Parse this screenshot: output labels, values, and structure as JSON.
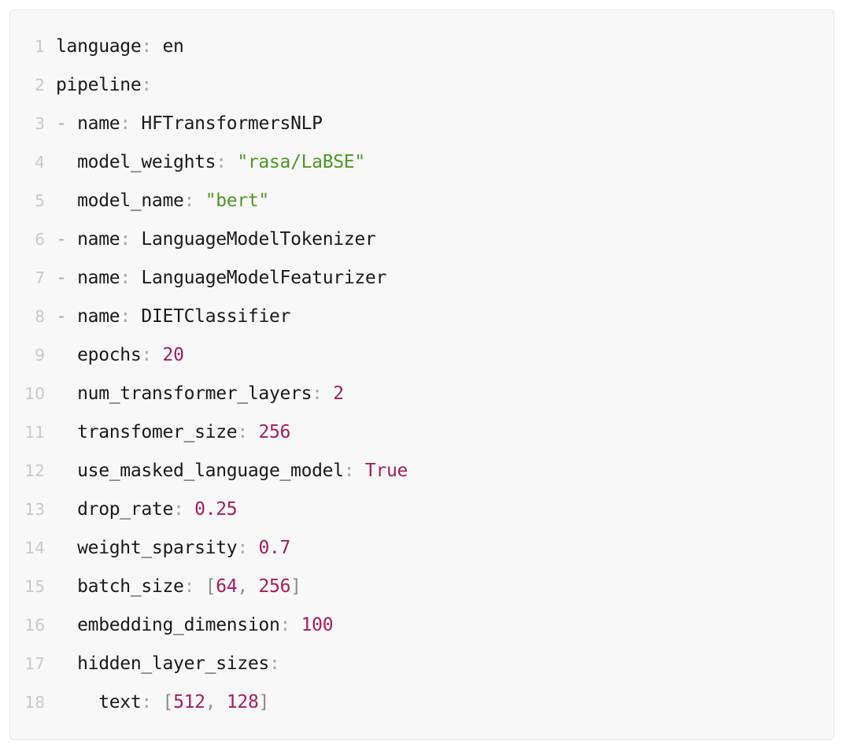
{
  "editor": {
    "language_mode": "yaml",
    "background_color": "#f8f8f8",
    "border_color": "#e6e6e6",
    "line_number_color": "#c8c8c8",
    "token_colors": {
      "key": "#1a1a1a",
      "punctuation": "#a8a8a8",
      "string": "#4d9921",
      "number": "#a61c5d",
      "boolean": "#a61c5d",
      "bracket": "#8c8c8c"
    },
    "total_lines": 18,
    "lines": [
      {
        "number": "1",
        "tokens": [
          {
            "text": "language",
            "type": "key"
          },
          {
            "text": ":",
            "type": "punct"
          },
          {
            "text": " en",
            "type": "plain"
          }
        ]
      },
      {
        "number": "2",
        "tokens": [
          {
            "text": "pipeline",
            "type": "key"
          },
          {
            "text": ":",
            "type": "punct"
          }
        ]
      },
      {
        "number": "3",
        "tokens": [
          {
            "text": "- ",
            "type": "dash"
          },
          {
            "text": "name",
            "type": "key"
          },
          {
            "text": ":",
            "type": "punct"
          },
          {
            "text": " HFTransformersNLP",
            "type": "plain"
          }
        ]
      },
      {
        "number": "4",
        "tokens": [
          {
            "text": "  model_weights",
            "type": "key"
          },
          {
            "text": ":",
            "type": "punct"
          },
          {
            "text": " \"rasa/LaBSE\"",
            "type": "string"
          }
        ]
      },
      {
        "number": "5",
        "tokens": [
          {
            "text": "  model_name",
            "type": "key"
          },
          {
            "text": ":",
            "type": "punct"
          },
          {
            "text": " \"bert\"",
            "type": "string"
          }
        ]
      },
      {
        "number": "6",
        "tokens": [
          {
            "text": "- ",
            "type": "dash"
          },
          {
            "text": "name",
            "type": "key"
          },
          {
            "text": ":",
            "type": "punct"
          },
          {
            "text": " LanguageModelTokenizer",
            "type": "plain"
          }
        ]
      },
      {
        "number": "7",
        "tokens": [
          {
            "text": "- ",
            "type": "dash"
          },
          {
            "text": "name",
            "type": "key"
          },
          {
            "text": ":",
            "type": "punct"
          },
          {
            "text": " LanguageModelFeaturizer",
            "type": "plain"
          }
        ]
      },
      {
        "number": "8",
        "tokens": [
          {
            "text": "- ",
            "type": "dash"
          },
          {
            "text": "name",
            "type": "key"
          },
          {
            "text": ":",
            "type": "punct"
          },
          {
            "text": " DIETClassifier",
            "type": "plain"
          }
        ]
      },
      {
        "number": "9",
        "tokens": [
          {
            "text": "  epochs",
            "type": "key"
          },
          {
            "text": ":",
            "type": "punct"
          },
          {
            "text": " ",
            "type": "plain"
          },
          {
            "text": "20",
            "type": "number"
          }
        ]
      },
      {
        "number": "10",
        "tokens": [
          {
            "text": "  num_transformer_layers",
            "type": "key"
          },
          {
            "text": ":",
            "type": "punct"
          },
          {
            "text": " ",
            "type": "plain"
          },
          {
            "text": "2",
            "type": "number"
          }
        ]
      },
      {
        "number": "11",
        "tokens": [
          {
            "text": "  transfomer_size",
            "type": "key"
          },
          {
            "text": ":",
            "type": "punct"
          },
          {
            "text": " ",
            "type": "plain"
          },
          {
            "text": "256",
            "type": "number"
          }
        ]
      },
      {
        "number": "12",
        "tokens": [
          {
            "text": "  use_masked_language_model",
            "type": "key"
          },
          {
            "text": ":",
            "type": "punct"
          },
          {
            "text": " ",
            "type": "plain"
          },
          {
            "text": "True",
            "type": "bool"
          }
        ]
      },
      {
        "number": "13",
        "tokens": [
          {
            "text": "  drop_rate",
            "type": "key"
          },
          {
            "text": ":",
            "type": "punct"
          },
          {
            "text": " ",
            "type": "plain"
          },
          {
            "text": "0.25",
            "type": "number"
          }
        ]
      },
      {
        "number": "14",
        "tokens": [
          {
            "text": "  weight_sparsity",
            "type": "key"
          },
          {
            "text": ":",
            "type": "punct"
          },
          {
            "text": " ",
            "type": "plain"
          },
          {
            "text": "0.7",
            "type": "number"
          }
        ]
      },
      {
        "number": "15",
        "tokens": [
          {
            "text": "  batch_size",
            "type": "key"
          },
          {
            "text": ":",
            "type": "punct"
          },
          {
            "text": " ",
            "type": "plain"
          },
          {
            "text": "[",
            "type": "bracket"
          },
          {
            "text": "64",
            "type": "number"
          },
          {
            "text": ", ",
            "type": "bracket"
          },
          {
            "text": "256",
            "type": "number"
          },
          {
            "text": "]",
            "type": "bracket"
          }
        ]
      },
      {
        "number": "16",
        "tokens": [
          {
            "text": "  embedding_dimension",
            "type": "key"
          },
          {
            "text": ":",
            "type": "punct"
          },
          {
            "text": " ",
            "type": "plain"
          },
          {
            "text": "100",
            "type": "number"
          }
        ]
      },
      {
        "number": "17",
        "tokens": [
          {
            "text": "  hidden_layer_sizes",
            "type": "key"
          },
          {
            "text": ":",
            "type": "punct"
          }
        ]
      },
      {
        "number": "18",
        "tokens": [
          {
            "text": "    text",
            "type": "key"
          },
          {
            "text": ":",
            "type": "punct"
          },
          {
            "text": " ",
            "type": "plain"
          },
          {
            "text": "[",
            "type": "bracket"
          },
          {
            "text": "512",
            "type": "number"
          },
          {
            "text": ", ",
            "type": "bracket"
          },
          {
            "text": "128",
            "type": "number"
          },
          {
            "text": "]",
            "type": "bracket"
          }
        ]
      }
    ]
  }
}
